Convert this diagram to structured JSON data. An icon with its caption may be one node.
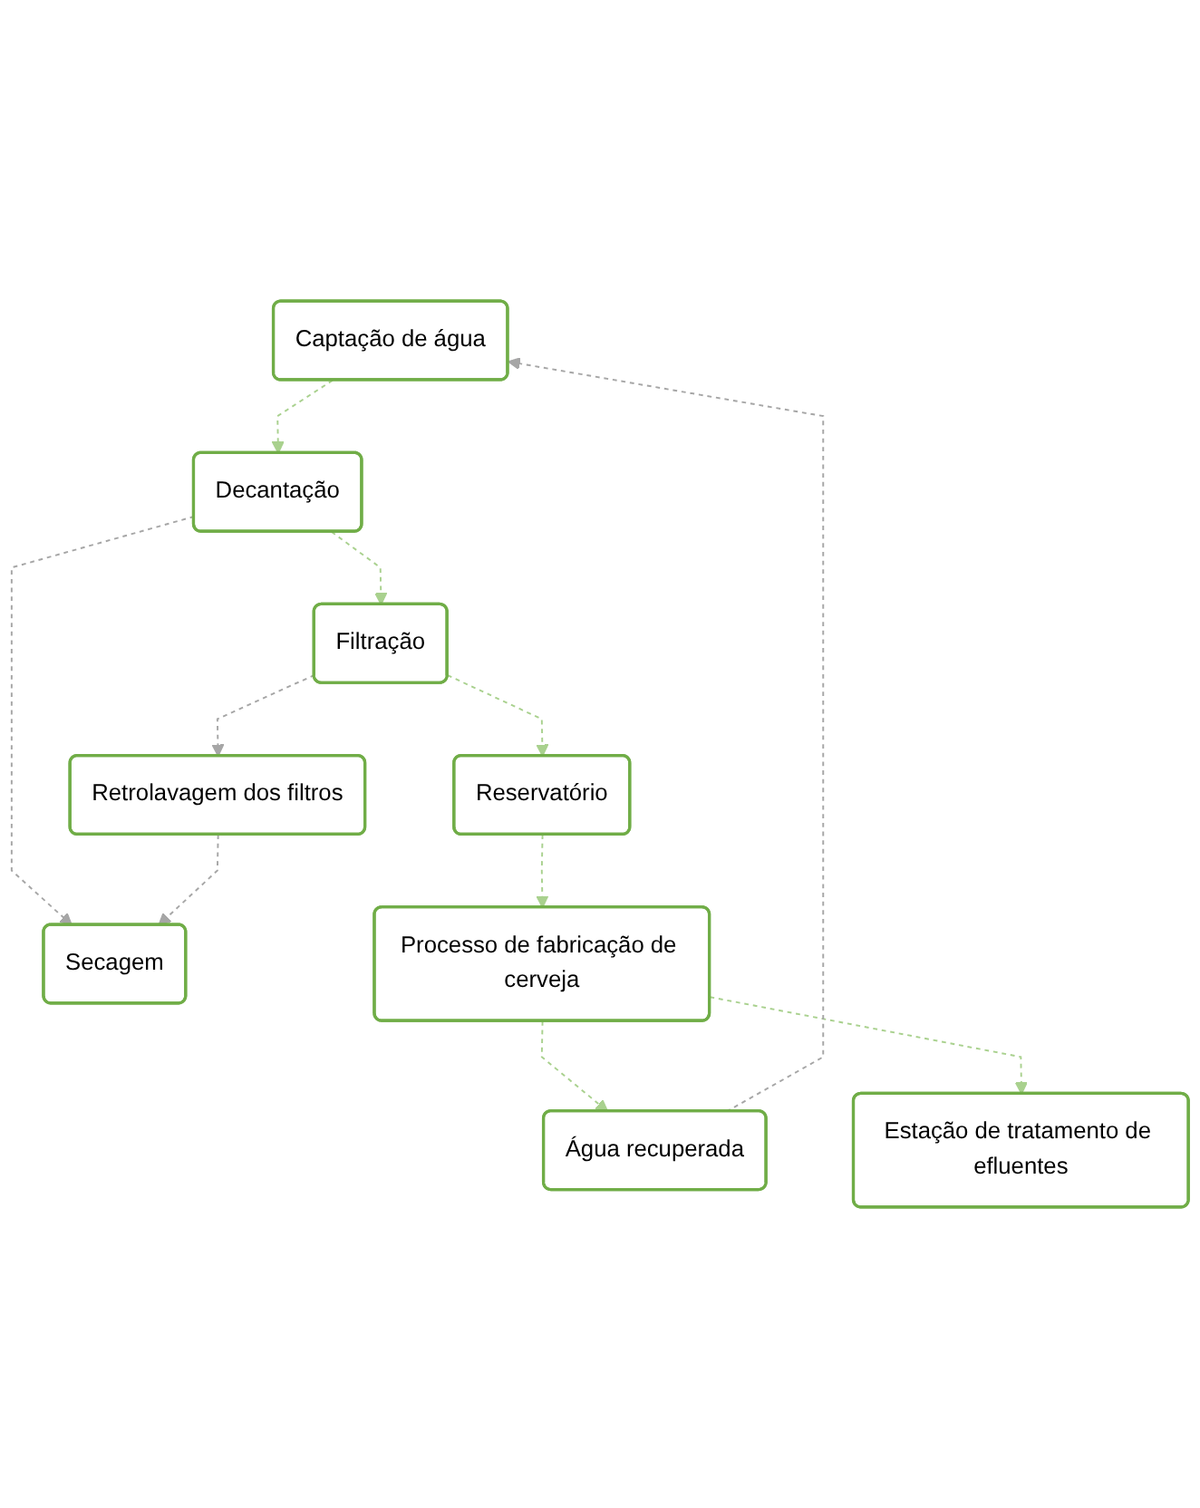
{
  "diagram": {
    "nodes": [
      {
        "text": [
          "Captação de água"
        ]
      },
      {
        "text": [
          "Decantação"
        ]
      },
      {
        "text": [
          "Secagem"
        ]
      },
      {
        "text": [
          "Filtração"
        ]
      },
      {
        "text": [
          "Retrolavagem dos filtros"
        ]
      },
      {
        "text": [
          "Reservatório"
        ]
      },
      {
        "text": [
          "Processo de fabricação de cerveja"
        ]
      },
      {
        "text": [
          "Água recuperada"
        ]
      },
      {
        "text": [
          "Estação de tratamento de efluentes"
        ]
      }
    ],
    "edges": [
      {
        "from": 0,
        "to": 1,
        "arrow": "to",
        "style": "dashed"
      },
      {
        "from": 1,
        "to": 2,
        "arrow": "to",
        "style": "dashed",
        "color": "#a6a6a6"
      },
      {
        "from": 1,
        "to": 3,
        "arrow": "to",
        "style": "dashed"
      },
      {
        "from": 3,
        "to": 4,
        "arrow": "to",
        "style": "dashed",
        "color": "#a6a6a6"
      },
      {
        "from": 4,
        "to": 2,
        "arrow": "to",
        "style": "dashed",
        "color": "#a6a6a6"
      },
      {
        "from": 3,
        "to": 5,
        "arrow": "to",
        "style": "dashed"
      },
      {
        "from": 5,
        "to": 6,
        "arrow": "to",
        "style": "dashed"
      },
      {
        "from": 6,
        "to": 7,
        "arrow": "to",
        "style": "dashed"
      },
      {
        "from": 6,
        "to": 8,
        "arrow": "to",
        "style": "dashed"
      },
      {
        "from": 7,
        "to": 0,
        "arrow": "to",
        "style": "dashed",
        "color": "#a6a6a6"
      }
    ]
  }
}
